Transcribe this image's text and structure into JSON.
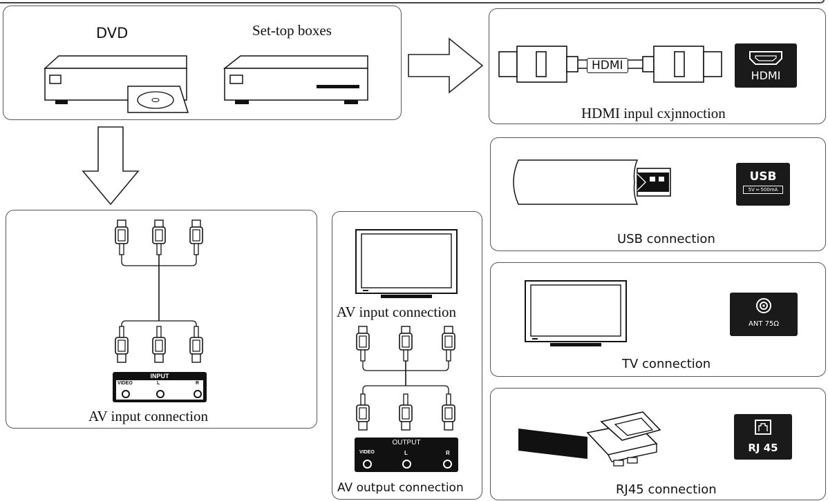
{
  "sources": {
    "dvd_label": "DVD",
    "stb_label": "Set-top boxes"
  },
  "hdmi": {
    "cable_label": "HDMI",
    "badge_label": "HDMI",
    "caption": "HDMI inpul cxjnnoction"
  },
  "usb": {
    "badge_label": "USB",
    "badge_sub": "5V ═ 500mA",
    "caption": "USB connection"
  },
  "tv": {
    "badge_label": "ANT 75Ω",
    "caption": "TV connection"
  },
  "rj45": {
    "badge_label": "RJ 45",
    "caption": "RJ45 connection"
  },
  "av_input": {
    "panel_title": "INPUT",
    "ports": [
      "VIDEO",
      "L",
      "R"
    ],
    "caption": "AV input connection"
  },
  "av_output": {
    "tv_caption": "AV input connection",
    "panel_title": "OUTPUT",
    "ports": [
      "VIDEO",
      "L",
      "R"
    ],
    "caption": "AV output connection"
  }
}
